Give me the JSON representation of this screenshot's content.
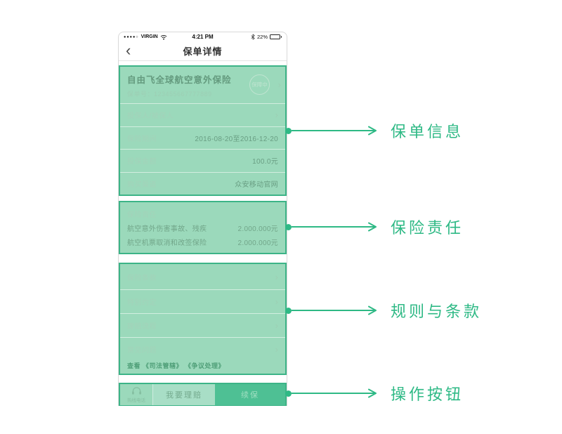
{
  "icons": {
    "back": "‹",
    "chevron": "›",
    "signal_dots": "●●●●○"
  },
  "colors": {
    "accent_green": "#2eb985",
    "section_fill": "#9bd9bb",
    "section_border": "#3cb487",
    "renew_green": "#4ec094"
  },
  "status_bar": {
    "carrier": "VIRGIN",
    "time": "4:21 PM",
    "battery_percent": "22%"
  },
  "nav_bar": {
    "title": "保单详情"
  },
  "policy_card": {
    "product_name": "自由飞全球航空意外保险",
    "policy_number": "保单号：123455667777889",
    "status_badge": "保障中",
    "rows": [
      {
        "label": "投保人/被保人",
        "value": ""
      },
      {
        "label": "保险期间",
        "value": "2016-08-20至2016-12-20"
      },
      {
        "label": "投保金额",
        "value": "100.0元"
      },
      {
        "label": "购买渠道",
        "value": "众安移动官网"
      }
    ]
  },
  "liability_card": {
    "header": "保险责任",
    "rows": [
      {
        "label": "航空意外伤害事故、残疾",
        "value": "2.000.000元"
      },
      {
        "label": "航空机票取消和改签保险",
        "value": "2.000.000元"
      }
    ]
  },
  "terms_card": {
    "rows": [
      {
        "label": "保险条款"
      },
      {
        "label": "特别约定"
      },
      {
        "label": "理赔流程"
      },
      {
        "label": "常见问题"
      }
    ],
    "footer": "查看 《司法管辖》 《争议处理》"
  },
  "action_bar": {
    "hotline_label": "热线电话",
    "claim_label": "我要理赔",
    "renew_label": "续保"
  },
  "annotations": [
    {
      "label": "保单信息"
    },
    {
      "label": "保险责任"
    },
    {
      "label": "规则与条款"
    },
    {
      "label": "操作按钮"
    }
  ]
}
